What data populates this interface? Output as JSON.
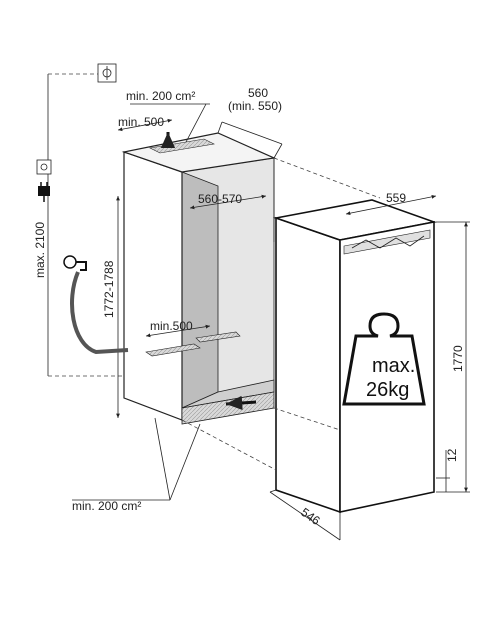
{
  "labels": {
    "vent_top_area": "min. 200 cm²",
    "vent_top_depth": "min. 500",
    "niche_depth": "560",
    "niche_depth_min": "(min. 550)",
    "niche_width": "560-570",
    "appliance_width": "559",
    "max_height": "max. 2100",
    "niche_height": "1772-1788",
    "vent_bottom_depth": "min.500",
    "appliance_height": "1770",
    "weight_line1": "max.",
    "weight_line2": "26kg",
    "gap": "12",
    "appliance_depth": "546",
    "vent_bottom_area": "min. 200 cm²"
  },
  "icons": [
    "ground-symbol-icon",
    "power-socket-icon",
    "plug-icon",
    "water-tap-icon",
    "weight-icon",
    "airflow-arrow-icon"
  ]
}
